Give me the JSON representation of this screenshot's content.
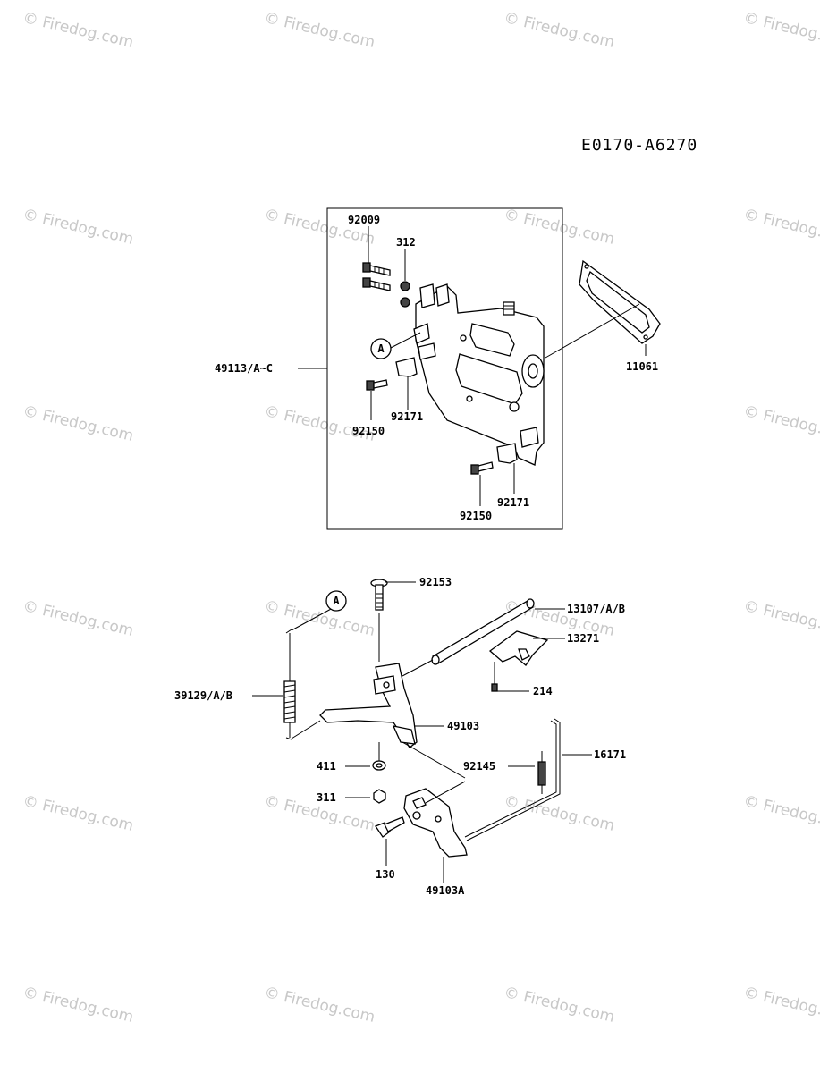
{
  "document": {
    "diagram_code": "E0170-A6270",
    "watermark_text": "© Firedog.com"
  },
  "callouts": {
    "ref_a": "A"
  },
  "labels": {
    "p92009": "92009",
    "p312": "312",
    "p49113": "49113/A~C",
    "p11061": "11061",
    "p92171_top": "92171",
    "p92150_top": "92150",
    "p92171_bottom": "92171",
    "p92150_bottom": "92150",
    "p92153": "92153",
    "p13107": "13107/A/B",
    "p13271": "13271",
    "p214": "214",
    "p39129": "39129/A/B",
    "p49103": "49103",
    "p411": "411",
    "p92145": "92145",
    "p16171": "16171",
    "p311": "311",
    "p130": "130",
    "p49103A": "49103A"
  },
  "colors": {
    "line": "#000000",
    "watermark": "#c8c8c8"
  }
}
